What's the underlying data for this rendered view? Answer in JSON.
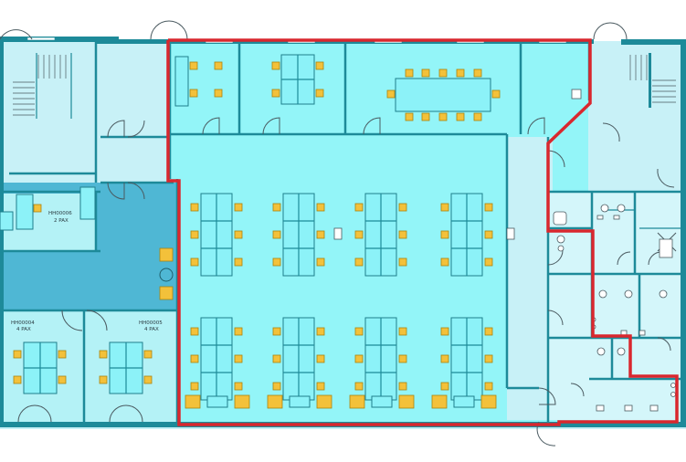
{
  "rooms": {
    "room_a": {
      "code": "HH00006",
      "capacity": "2 PAX"
    },
    "room_b": {
      "code": "HH00004",
      "capacity": "4 PAX"
    },
    "room_c": {
      "code": "HH00005",
      "capacity": "4 PAX"
    }
  },
  "colors": {
    "open_space": "#93f5f8",
    "circulation": "#c8f1f7",
    "corridor_dark": "#4fb7d4",
    "wall": "#1d8a99",
    "desk": "#8cf2f8",
    "chair": "#f3c13a",
    "highlight_outline": "#d9272e"
  }
}
